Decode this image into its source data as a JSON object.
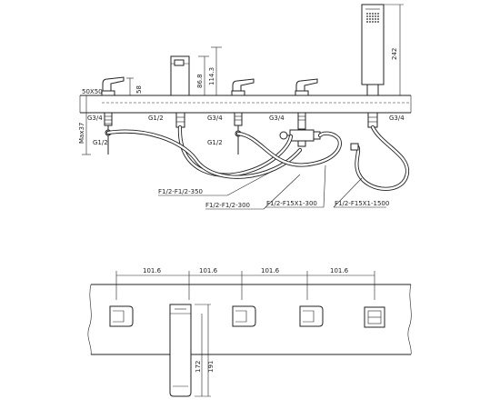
{
  "side_view": {
    "dim_height_58": "58",
    "dim_height_86_8": "86.8",
    "dim_height_114_3": "114.3",
    "dim_height_242": "242",
    "dim_max37": "Max37",
    "dim_50x50": "50X50",
    "thread_g34_a": "G3/4",
    "thread_g12_a": "G1/2",
    "thread_g34_b": "G3/4",
    "thread_g34_c": "G3/4",
    "thread_g34_d": "G3/4",
    "thread_g12_lower_left": "G1/2",
    "thread_g12_lower_mid": "G1/2",
    "hose_1": "F1/2-F1/2-350",
    "hose_2": "F1/2-F1/2-300",
    "hose_3": "F1/2-F15X1-300",
    "hose_4": "F1/2-F15X1-1500"
  },
  "top_view": {
    "spacing_1": "101.6",
    "spacing_2": "101.6",
    "spacing_3": "101.6",
    "spacing_4": "101.6",
    "spout_172": "172",
    "spout_191": "191"
  }
}
